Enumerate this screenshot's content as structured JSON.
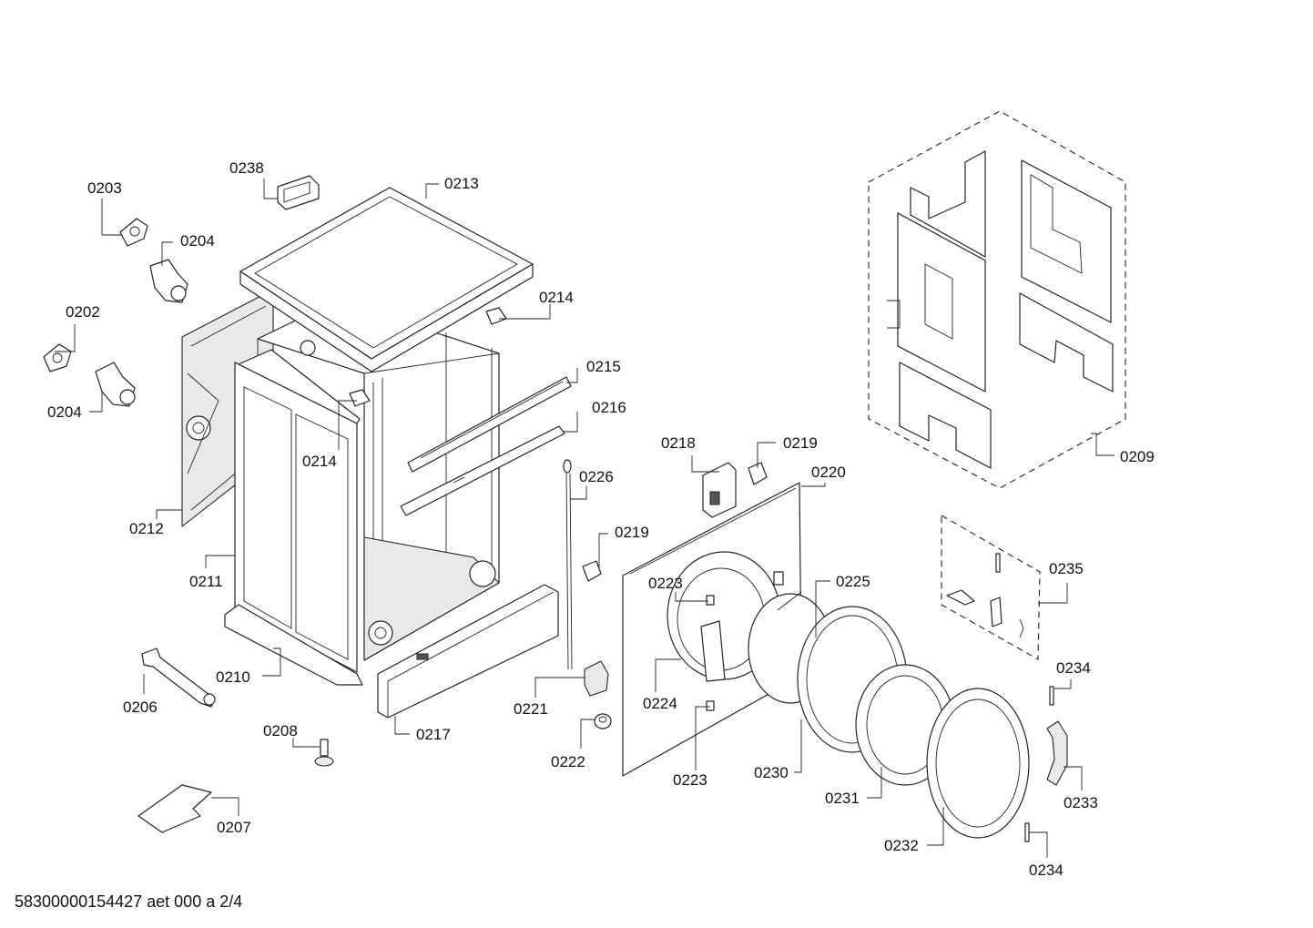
{
  "diagram": {
    "callouts": [
      {
        "id": "c-0238",
        "label": "0238"
      },
      {
        "id": "c-0213",
        "label": "0213"
      },
      {
        "id": "c-0203",
        "label": "0203"
      },
      {
        "id": "c-0204a",
        "label": "0204"
      },
      {
        "id": "c-0202",
        "label": "0202"
      },
      {
        "id": "c-0204b",
        "label": "0204"
      },
      {
        "id": "c-0214a",
        "label": "0214"
      },
      {
        "id": "c-0214b",
        "label": "0214"
      },
      {
        "id": "c-0215",
        "label": "0215"
      },
      {
        "id": "c-0216",
        "label": "0216"
      },
      {
        "id": "c-0212",
        "label": "0212"
      },
      {
        "id": "c-0211",
        "label": "0211"
      },
      {
        "id": "c-0210",
        "label": "0210"
      },
      {
        "id": "c-0206",
        "label": "0206"
      },
      {
        "id": "c-0208",
        "label": "0208"
      },
      {
        "id": "c-0207",
        "label": "0207"
      },
      {
        "id": "c-0217",
        "label": "0217"
      },
      {
        "id": "c-0226",
        "label": "0226"
      },
      {
        "id": "c-0219a",
        "label": "0219"
      },
      {
        "id": "c-0221",
        "label": "0221"
      },
      {
        "id": "c-0222",
        "label": "0222"
      },
      {
        "id": "c-0218",
        "label": "0218"
      },
      {
        "id": "c-0219b",
        "label": "0219"
      },
      {
        "id": "c-0220",
        "label": "0220"
      },
      {
        "id": "c-0223a",
        "label": "0223"
      },
      {
        "id": "c-0224",
        "label": "0224"
      },
      {
        "id": "c-0223b",
        "label": "0223"
      },
      {
        "id": "c-0225",
        "label": "0225"
      },
      {
        "id": "c-0230",
        "label": "0230"
      },
      {
        "id": "c-0231",
        "label": "0231"
      },
      {
        "id": "c-0232",
        "label": "0232"
      },
      {
        "id": "c-0233",
        "label": "0233"
      },
      {
        "id": "c-0234a",
        "label": "0234"
      },
      {
        "id": "c-0234b",
        "label": "0234"
      },
      {
        "id": "c-0235",
        "label": "0235"
      },
      {
        "id": "c-0209",
        "label": "0209"
      }
    ]
  },
  "footer": {
    "drawing_id": "58300000154427 aet 000 a 2/4"
  }
}
